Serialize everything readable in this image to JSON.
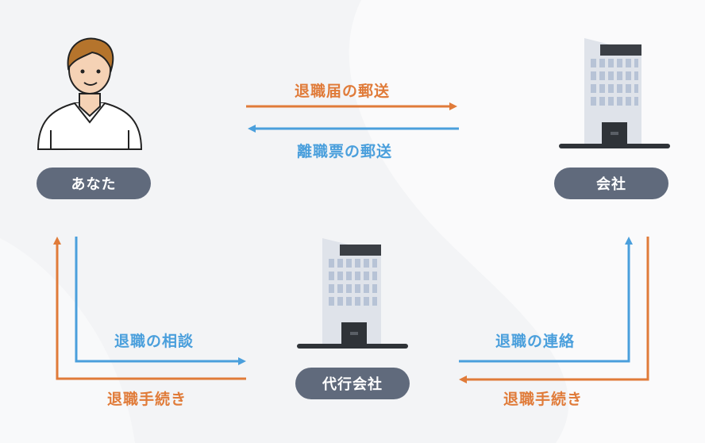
{
  "nodes": {
    "you": "あなた",
    "company": "会社",
    "agency": "代行会社"
  },
  "edges": {
    "resignation_letter_mail": "退職届の郵送",
    "separation_slip_mail": "離職票の郵送",
    "resignation_consult": "退職の相談",
    "procedure_left": "退職手続き",
    "resignation_contact": "退職の連絡",
    "procedure_right": "退職手続き"
  },
  "colors": {
    "orange": "#e07b39",
    "blue": "#4a9fdc",
    "pill": "#606a7c"
  },
  "icons": {
    "you": "person-icon",
    "company": "office-building-icon",
    "agency": "office-building-icon"
  }
}
